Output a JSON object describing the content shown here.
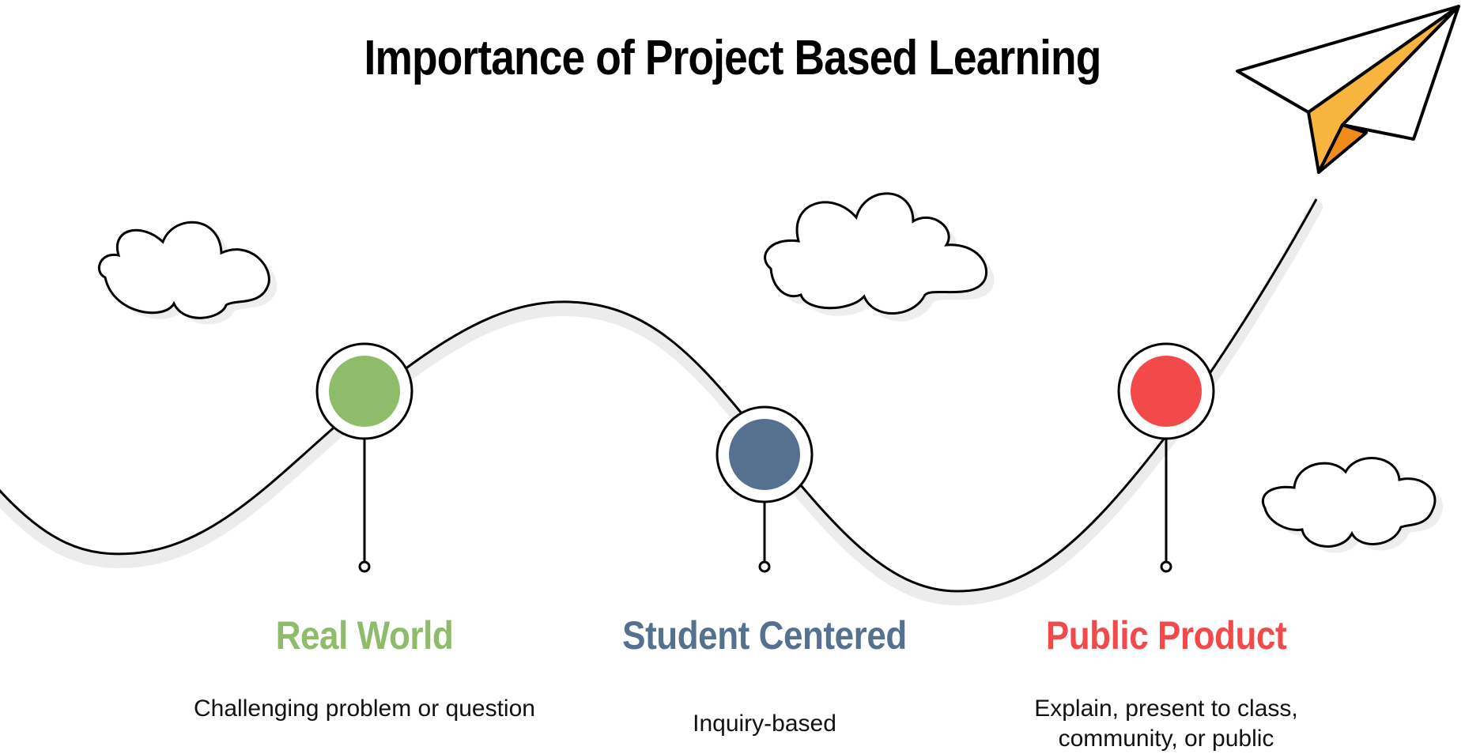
{
  "title": "Importance of Project Based Learning",
  "milestones": [
    {
      "label": "Real World",
      "description": "Challenging problem or question",
      "color": "#8fbc6b"
    },
    {
      "label": "Student Centered",
      "description": "Inquiry-based",
      "color": "#56718f"
    },
    {
      "label": "Public Product",
      "description": "Explain, present to class, community, or public",
      "color": "#f24a4a"
    }
  ],
  "colors": {
    "path_line": "#000000",
    "path_shadow": "#ececec",
    "plane_fill": "#f7b43f",
    "plane_dark": "#f08c1c",
    "cloud_shadow": "#eeeeee"
  },
  "icons": [
    "cloud-icon",
    "paper-plane-icon"
  ]
}
